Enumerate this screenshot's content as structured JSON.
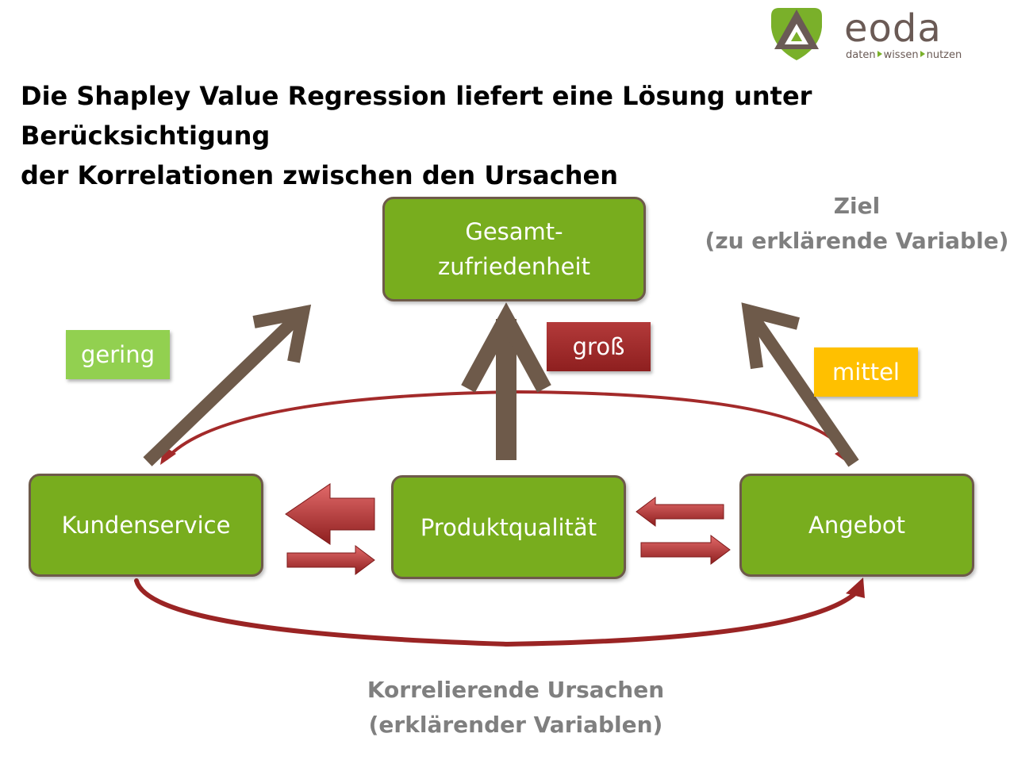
{
  "logo": {
    "wordmark": "eoda",
    "tagline_parts": [
      "daten",
      "wissen",
      "nutzen"
    ],
    "icon": "eoda-shield-logo-icon",
    "colors": {
      "shield": "#7ab02a",
      "text": "#6a5a55"
    }
  },
  "heading": {
    "line1": "Die Shapley Value Regression liefert eine Lösung unter Berücksichtigung",
    "line2": "der Korrelationen zwischen den Ursachen"
  },
  "target_node": {
    "line1": "Gesamt-",
    "line2": "zufriedenheit"
  },
  "cause_nodes": {
    "left": "Kundenservice",
    "center": "Produktqualität",
    "right": "Angebot"
  },
  "effect_tags": {
    "left": {
      "label": "gering",
      "color": "#92d050"
    },
    "center": {
      "label": "groß",
      "color": "#a52a2a"
    },
    "right": {
      "label": "mittel",
      "color": "#ffc000"
    }
  },
  "goal_caption": {
    "line1": "Ziel",
    "line2": "(zu erklärende Variable)"
  },
  "causes_caption": {
    "line1": "Korrelierende Ursachen",
    "line2": "(erklärender Variablen)"
  },
  "colors": {
    "node_fill": "#78ad1e",
    "node_border": "#6e5a4a",
    "arrow_brown": "#6e5a4a",
    "correlation_red": "#a32a2a",
    "caption_grey": "#7f7f7f"
  }
}
